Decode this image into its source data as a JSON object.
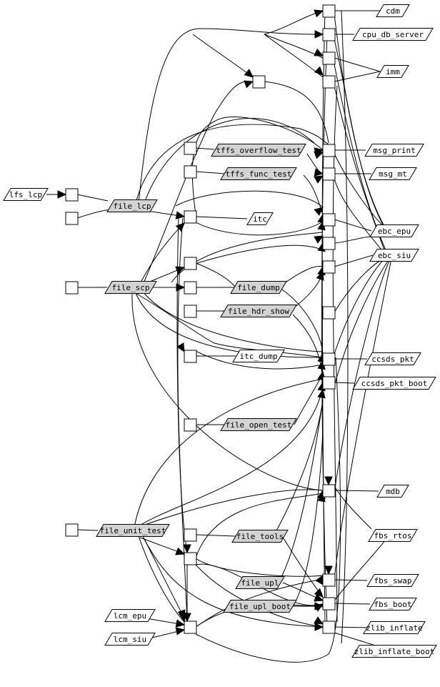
{
  "diagram": {
    "type": "dependency-graph",
    "colors": {
      "background": "#ffffff",
      "stroke": "#000000",
      "module_fill": "#d3d3d3",
      "library_fill": "#ffffff",
      "port_fill": "#ffffff"
    },
    "modules": [
      {
        "id": "file_lcp",
        "label": "file_lcp"
      },
      {
        "id": "file_scp",
        "label": "file_scp"
      },
      {
        "id": "file_unit_test",
        "label": "file_unit_test"
      },
      {
        "id": "tffs_overflow_test",
        "label": "tffs_overflow_test"
      },
      {
        "id": "tffs_func_test",
        "label": "tffs_func_test"
      },
      {
        "id": "file_dump",
        "label": "file_dump"
      },
      {
        "id": "file_hdr_show",
        "label": "file_hdr_show"
      },
      {
        "id": "file_open_test",
        "label": "file_open_test"
      },
      {
        "id": "file_tools",
        "label": "file_tools"
      },
      {
        "id": "file_upl",
        "label": "file_upl"
      },
      {
        "id": "file_upl_boot",
        "label": "file_upl_boot"
      }
    ],
    "libraries": [
      {
        "id": "lfs_lcp",
        "label": "lfs_lcp"
      },
      {
        "id": "lcm_epu",
        "label": "lcm_epu"
      },
      {
        "id": "lcm_siu",
        "label": "lcm_siu"
      },
      {
        "id": "itc",
        "label": "itc"
      },
      {
        "id": "itc_dump",
        "label": "itc_dump"
      },
      {
        "id": "cdm",
        "label": "cdm"
      },
      {
        "id": "cpu_db_server",
        "label": "cpu_db_server"
      },
      {
        "id": "imm",
        "label": "imm"
      },
      {
        "id": "msg_print",
        "label": "msg_print"
      },
      {
        "id": "msg_mt",
        "label": "msg_mt"
      },
      {
        "id": "ebc_epu",
        "label": "ebc_epu"
      },
      {
        "id": "ebc_siu",
        "label": "ebc_siu"
      },
      {
        "id": "ccsds_pkt",
        "label": "ccsds_pkt"
      },
      {
        "id": "ccsds_pkt_boot",
        "label": "ccsds_pkt_boot"
      },
      {
        "id": "mdb",
        "label": "mdb"
      },
      {
        "id": "fbs_rtos",
        "label": "fbs_rtos"
      },
      {
        "id": "fbs_swap",
        "label": "fbs_swap"
      },
      {
        "id": "fbs_boot",
        "label": "fbs_boot"
      },
      {
        "id": "zlib_inflate",
        "label": "zlib_inflate"
      },
      {
        "id": "zlib_inflate_boot",
        "label": "zlib_inflate_boot"
      }
    ]
  }
}
